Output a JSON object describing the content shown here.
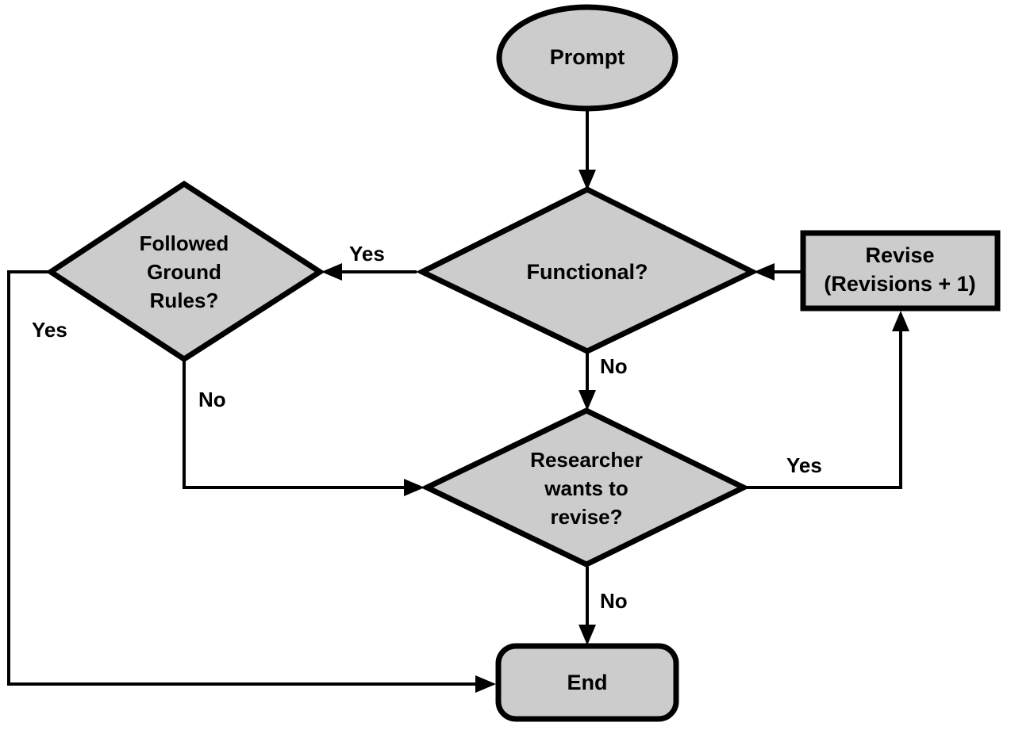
{
  "diagram": {
    "title": "Prompt revision workflow flowchart",
    "fill_color": "#cccccc",
    "stroke_color": "#000000",
    "background_color": "#ffffff",
    "nodes": {
      "prompt": {
        "label": "Prompt",
        "shape": "ellipse"
      },
      "functional": {
        "label": "Functional?",
        "shape": "diamond"
      },
      "ground_rules": {
        "label_line1": "Followed",
        "label_line2": "Ground",
        "label_line3": "Rules?",
        "shape": "diamond"
      },
      "revise": {
        "label_line1": "Revise",
        "label_line2": "(Revisions + 1)",
        "shape": "rectangle"
      },
      "researcher": {
        "label_line1": "Researcher",
        "label_line2": "wants to",
        "label_line3": "revise?",
        "shape": "diamond"
      },
      "end": {
        "label": "End",
        "shape": "rounded-rectangle"
      }
    },
    "edges": {
      "functional_yes": "Yes",
      "functional_no": "No",
      "ground_rules_yes": "Yes",
      "ground_rules_no": "No",
      "researcher_yes": "Yes",
      "researcher_no": "No"
    }
  }
}
